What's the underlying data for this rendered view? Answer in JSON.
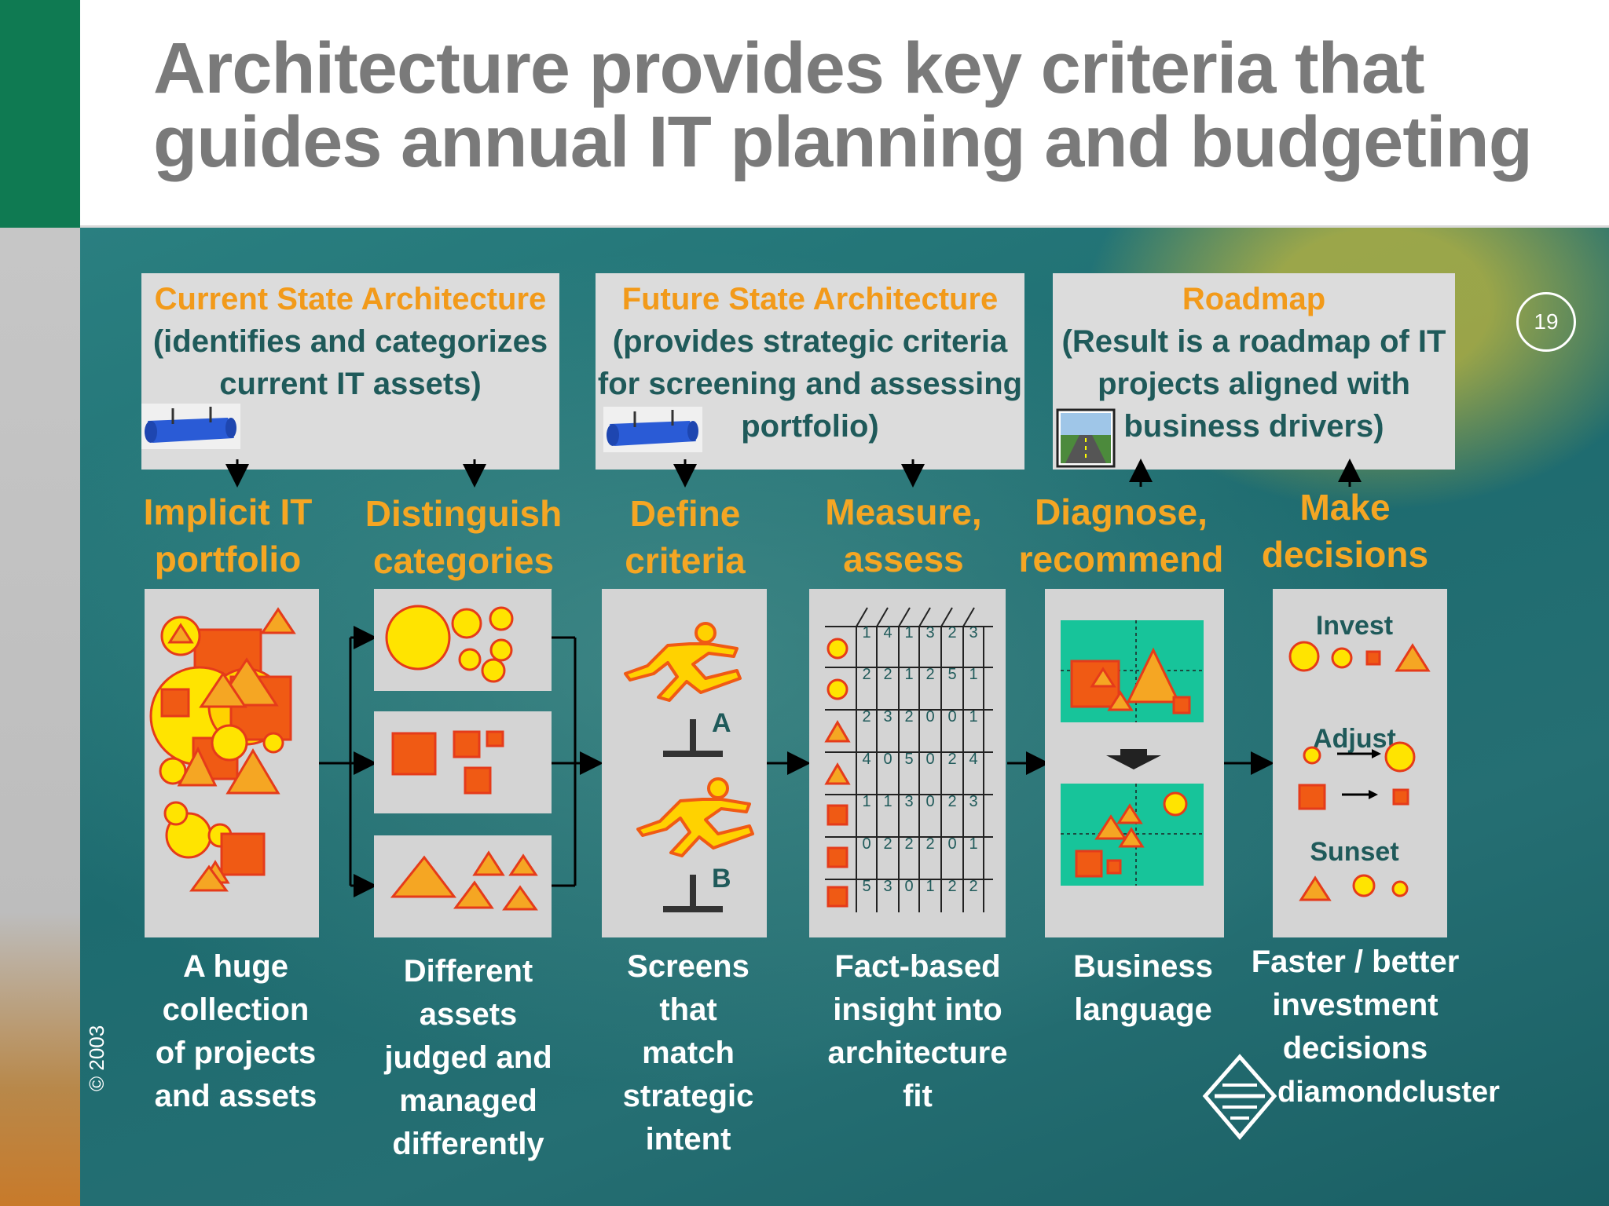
{
  "title": {
    "line1": "Architecture provides key criteria that",
    "line2": "guides annual IT planning and budgeting"
  },
  "top_boxes": [
    {
      "heading": "Current State Architecture",
      "lines": [
        "(identifies and categorizes",
        "current IT assets)"
      ]
    },
    {
      "heading": "Future State Architecture",
      "lines": [
        "(provides strategic criteria",
        "for screening and assessing",
        "portfolio)"
      ]
    },
    {
      "heading": "Roadmap",
      "lines": [
        "(Result is a roadmap of IT",
        "projects aligned with",
        "business drivers)"
      ]
    }
  ],
  "page_number": "19",
  "stages": [
    {
      "line1": "Implicit IT",
      "line2": "portfolio"
    },
    {
      "line1": "Distinguish",
      "line2": "categories"
    },
    {
      "line1": "Define",
      "line2": "criteria"
    },
    {
      "line1": "Measure,",
      "line2": "assess"
    },
    {
      "line1": "Diagnose,",
      "line2": "recommend"
    },
    {
      "line1": "Make",
      "line2": "decisions"
    }
  ],
  "criteria_labels": {
    "a": "A",
    "b": "B"
  },
  "measure_grid": [
    [
      "1",
      "4",
      "1",
      "3",
      "2",
      "3"
    ],
    [
      "2",
      "2",
      "1",
      "2",
      "5",
      "1"
    ],
    [
      "2",
      "3",
      "2",
      "0",
      "0",
      "1"
    ],
    [
      "4",
      "0",
      "5",
      "0",
      "2",
      "4"
    ],
    [
      "1",
      "1",
      "3",
      "0",
      "2",
      "3"
    ],
    [
      "0",
      "2",
      "2",
      "2",
      "0",
      "1"
    ],
    [
      "5",
      "3",
      "0",
      "1",
      "2",
      "2"
    ]
  ],
  "decisions": {
    "invest": "Invest",
    "adjust": "Adjust",
    "sunset": "Sunset"
  },
  "captions": [
    [
      "A huge",
      "collection",
      "of projects",
      "and assets"
    ],
    [
      "Different",
      "assets",
      "judged and",
      "managed",
      "differently"
    ],
    [
      "Screens",
      "that",
      "match",
      "strategic",
      "intent"
    ],
    [
      "Fact-based",
      "insight into",
      "architecture",
      "fit"
    ],
    [
      "Business",
      "language"
    ],
    [
      "Faster / better",
      "investment",
      "decisions"
    ]
  ],
  "logo_text": "diamondcluster",
  "copyright": "© 2003",
  "colors": {
    "accent_orange": "#f29a1a",
    "shape_red": "#f05a14",
    "shape_yellow": "#ffe400",
    "teal": "#1d6b6f",
    "green_panel": "#17c49a"
  }
}
